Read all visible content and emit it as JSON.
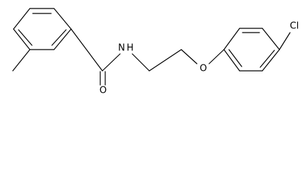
{
  "structure": {
    "atom_labels": {
      "nitrogen": "N",
      "hydrogen": "H",
      "carbonyl_oxygen": "O",
      "ether_oxygen": "O",
      "chlorine": "Cl"
    }
  }
}
